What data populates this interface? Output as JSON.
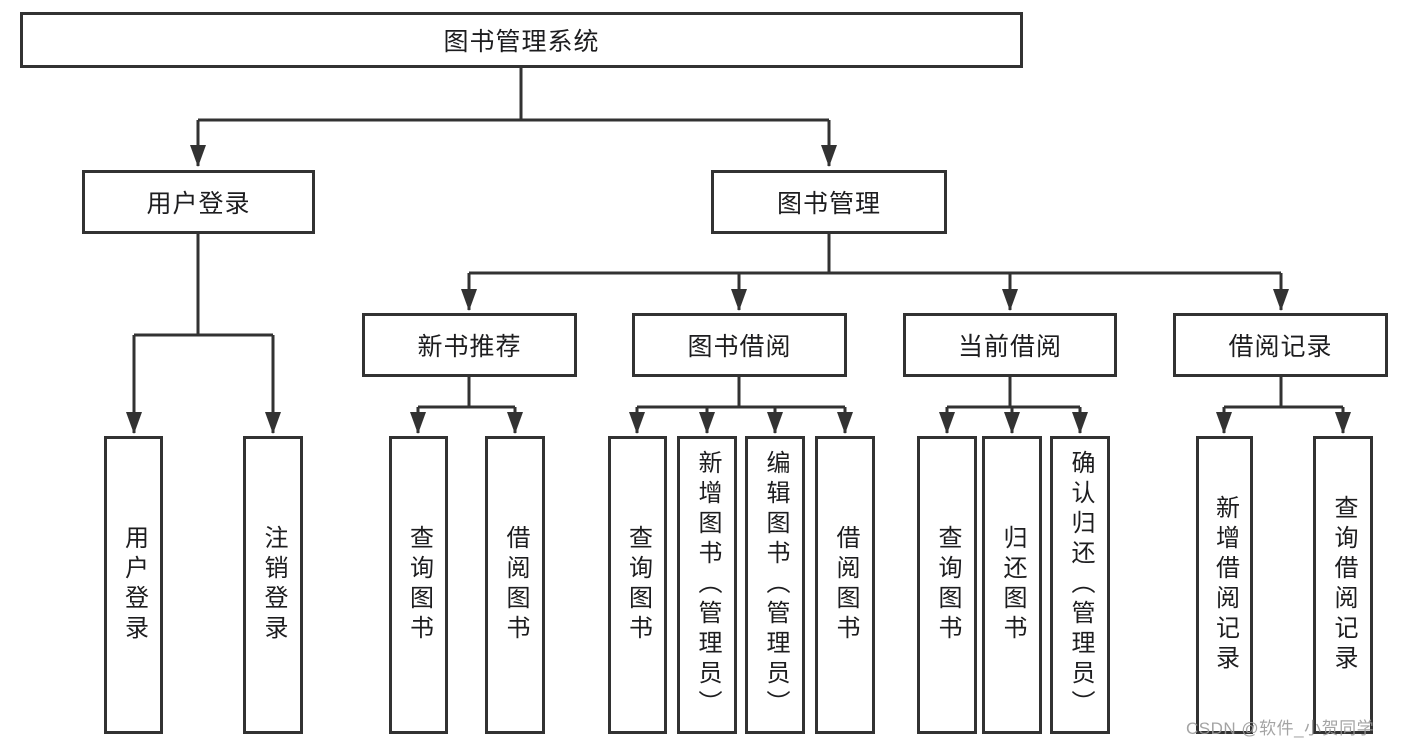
{
  "tree": {
    "root": {
      "label": "图书管理系统"
    },
    "branches": [
      {
        "label": "用户登录",
        "children": [
          {
            "label": "用户登录"
          },
          {
            "label": "注销登录"
          }
        ]
      },
      {
        "label": "图书管理",
        "children": [
          {
            "label": "新书推荐",
            "children": [
              {
                "label": "查询图书"
              },
              {
                "label": "借阅图书"
              }
            ]
          },
          {
            "label": "图书借阅",
            "children": [
              {
                "label": "查询图书"
              },
              {
                "label": "新增图书（管理员）"
              },
              {
                "label": "编辑图书（管理员）"
              },
              {
                "label": "借阅图书"
              }
            ]
          },
          {
            "label": "当前借阅",
            "children": [
              {
                "label": "查询图书"
              },
              {
                "label": "归还图书"
              },
              {
                "label": "确认归还（管理员）"
              }
            ]
          },
          {
            "label": "借阅记录",
            "children": [
              {
                "label": "新增借阅记录"
              },
              {
                "label": "查询借阅记录"
              }
            ]
          }
        ]
      }
    ]
  },
  "watermark": {
    "text": "CSDN @软件_小贺同学"
  },
  "colors": {
    "line": "#323232",
    "box_border": "#323232",
    "text": "#1d1d1f",
    "watermark": "#9b9b9b",
    "background": "#ffffff"
  }
}
